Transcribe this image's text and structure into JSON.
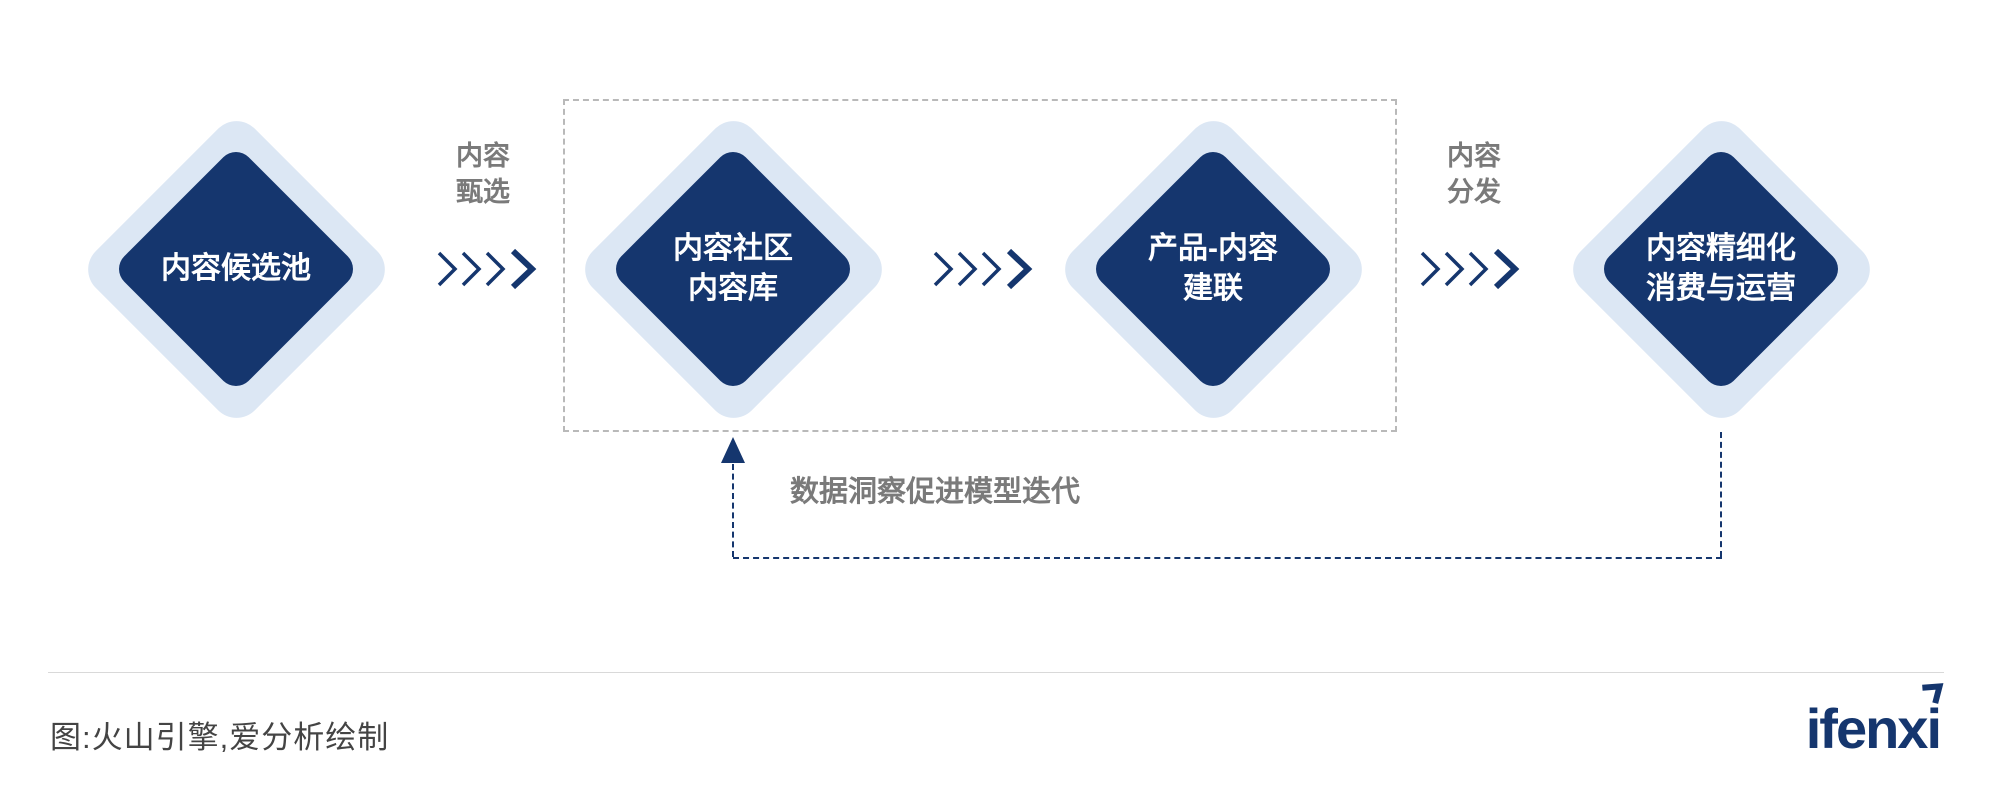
{
  "diagram": {
    "nodes": [
      {
        "line1": "内容候选池"
      },
      {
        "line1": "内容社区",
        "line2": "内容库"
      },
      {
        "line1": "产品-内容",
        "line2": "建联"
      },
      {
        "line1": "内容精细化",
        "line2": "消费与运营"
      }
    ],
    "stage_labels": [
      {
        "line1": "内容",
        "line2": "甄选"
      },
      {
        "line1": "内容",
        "line2": "分发"
      }
    ],
    "feedback_label": "数据洞察促进模型迭代",
    "colors": {
      "navy": "#15366e",
      "halo_blue": "#dce7f4",
      "label_gray": "#7a7a7a",
      "dashed_box_gray": "#b9b9b9"
    }
  },
  "footer": {
    "caption": "图:火山引擎,爱分析绘制",
    "logo_text": "ifenxi"
  }
}
